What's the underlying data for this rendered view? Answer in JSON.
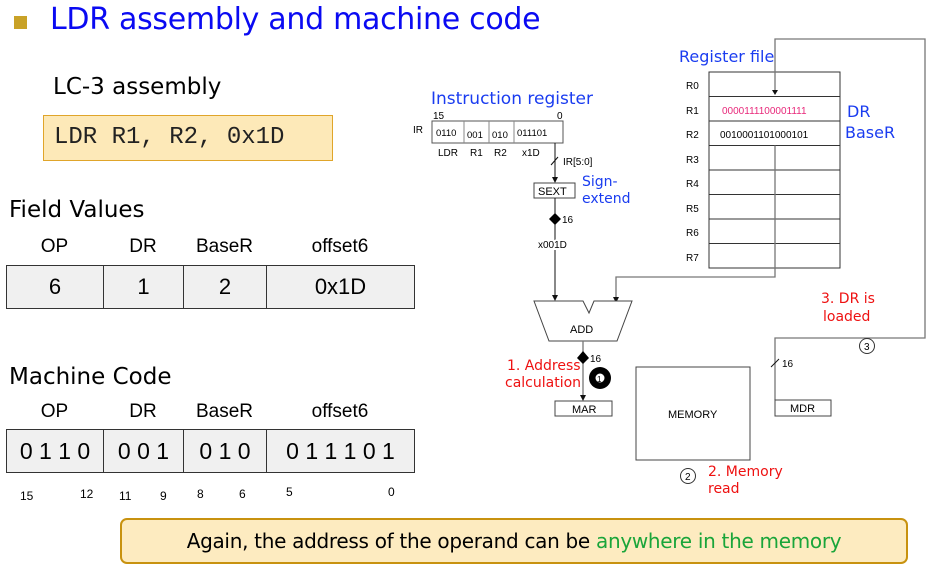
{
  "title": "LDR assembly and machine code",
  "assembly": {
    "heading": "LC-3 assembly",
    "code": "LDR R1, R2, 0x1D"
  },
  "field_values": {
    "heading": "Field Values",
    "headers": [
      "OP",
      "DR",
      "BaseR",
      "offset6"
    ],
    "values": [
      "6",
      "1",
      "2",
      "0x1D"
    ]
  },
  "machine_code": {
    "heading": "Machine Code",
    "headers": [
      "OP",
      "DR",
      "BaseR",
      "offset6"
    ],
    "values": [
      "0 1 1 0",
      "0 0 1",
      "0 1 0",
      "0 1 1 1 0 1"
    ],
    "bit_positions": [
      "15",
      "12",
      "11",
      "9",
      "8",
      "6",
      "5",
      "0"
    ]
  },
  "datapath": {
    "instruction_register": {
      "label": "Instruction register",
      "name": "IR",
      "msb": "15",
      "lsb": "0",
      "fields": [
        "0110",
        "001",
        "010",
        "011101"
      ],
      "field_labels": [
        "LDR",
        "R1",
        "R2",
        "x1D"
      ]
    },
    "ir_slice_label": "IR[5:0]",
    "sext": {
      "label": "SEXT",
      "note_line1": "Sign-",
      "note_line2": "extend"
    },
    "bus_width": "16",
    "sext_output": "x001D",
    "register_file": {
      "label": "Register file",
      "registers": [
        {
          "name": "R0",
          "value": ""
        },
        {
          "name": "R1",
          "value": "0000111100001111",
          "tag": "DR"
        },
        {
          "name": "R2",
          "value": "0010001101000101",
          "tag": "BaseR"
        },
        {
          "name": "R3",
          "value": ""
        },
        {
          "name": "R4",
          "value": ""
        },
        {
          "name": "R5",
          "value": ""
        },
        {
          "name": "R6",
          "value": ""
        },
        {
          "name": "R7",
          "value": ""
        }
      ]
    },
    "adder_label": "ADD",
    "mar_label": "MAR",
    "memory_label": "MEMORY",
    "mdr_label": "MDR",
    "steps": {
      "step1_line1": "1. Address",
      "step1_line2": "calculation",
      "step1_marker": "1",
      "step2_line1": "2. Memory",
      "step2_line2": "read",
      "step2_marker": "2",
      "step3_line1": "3. DR is",
      "step3_line2": "loaded",
      "step3_marker": "3"
    },
    "colors": {
      "label_blue": "#1a3cf0",
      "step_red": "#ee1111",
      "dr_value_magenta": "#e8287a"
    }
  },
  "note": {
    "prefix": "Again, the address of the operand can be ",
    "highlight": "anywhere in the memory"
  }
}
